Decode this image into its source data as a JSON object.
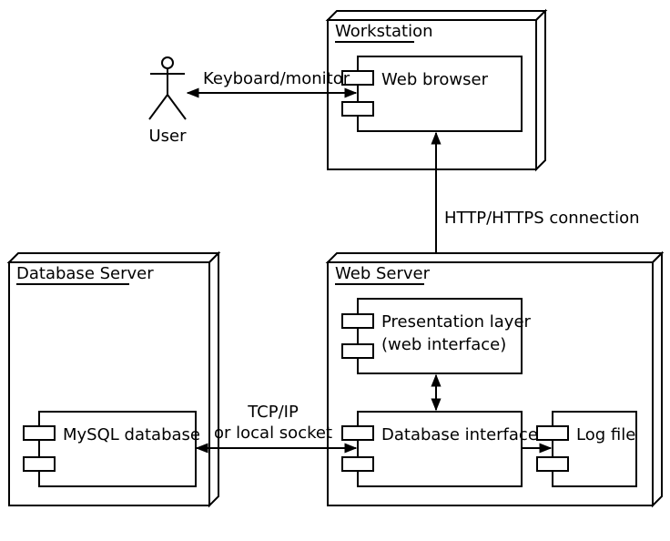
{
  "nodes": {
    "workstation": "Workstation",
    "web_server": "Web Server",
    "database_server": "Database Server"
  },
  "components": {
    "web_browser": "Web browser",
    "presentation_layer_line1": "Presentation layer",
    "presentation_layer_line2": "(web interface)",
    "database_interface": "Database interface",
    "log_file": "Log file",
    "mysql_database": "MySQL database"
  },
  "actor": {
    "user": "User"
  },
  "connections": {
    "keyboard_monitor": "Keyboard/monitor",
    "http": "HTTP/HTTPS connection",
    "tcp_line1": "TCP/IP",
    "tcp_line2": "or local socket"
  }
}
